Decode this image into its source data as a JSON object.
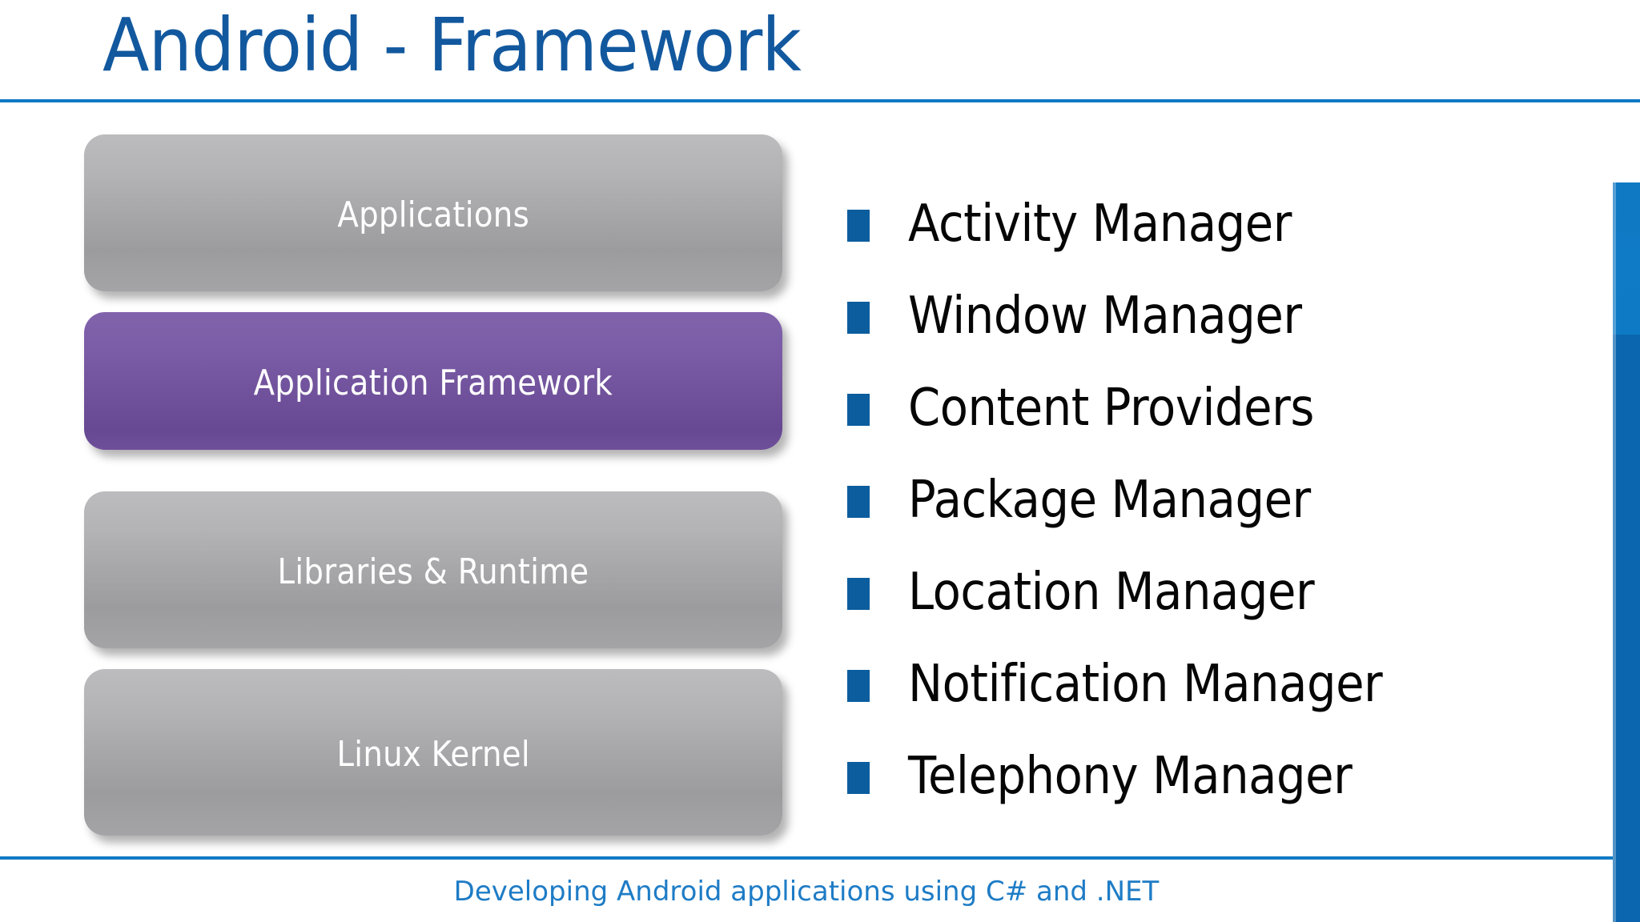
{
  "slide": {
    "title": "Android - Framework",
    "footer_text": "Developing Android applications using C# and .NET",
    "accent_blue": "#1079C4",
    "title_blue": "#12589E",
    "bullet_blue": "#0B5D9E",
    "highlight_purple": "#7B5CA6",
    "layer_gray": "#A6A6A9",
    "background": "#FFFFFF"
  },
  "stack": {
    "name": "android-architecture-stack",
    "boxes": [
      {
        "label": "Applications",
        "style": "gray",
        "highlighted": false
      },
      {
        "label": "Application Framework",
        "style": "purple",
        "highlighted": true
      },
      {
        "label": "Libraries & Runtime",
        "style": "gray",
        "highlighted": false
      },
      {
        "label": "Linux Kernel",
        "style": "gray",
        "highlighted": false
      }
    ]
  },
  "bullets": {
    "marker": "blue-square-bullet",
    "items": [
      {
        "label": "Activity Manager"
      },
      {
        "label": "Window Manager"
      },
      {
        "label": "Content Providers"
      },
      {
        "label": "Package Manager"
      },
      {
        "label": "Location Manager"
      },
      {
        "label": "Notification Manager"
      },
      {
        "label": "Telephony Manager"
      }
    ]
  }
}
